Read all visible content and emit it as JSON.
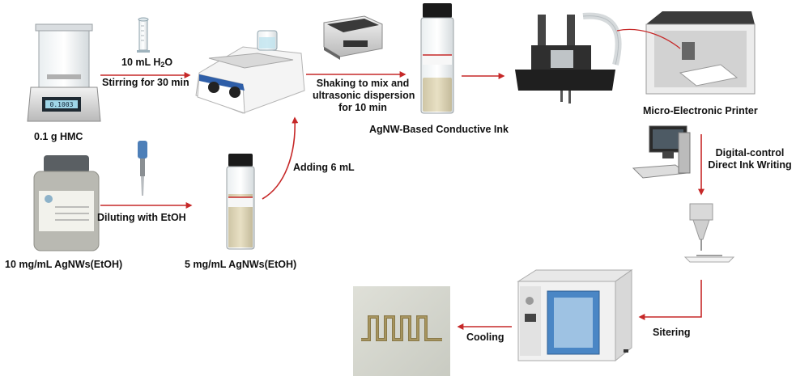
{
  "labels": {
    "hmc": "0.1 g HMC",
    "water_a": "10 mL H",
    "water_sub": "2",
    "water_b": "O",
    "stirring": "Stirring for 30 min",
    "agnw_10": "10 mg/mL AgNWs(EtOH)",
    "diluting": "Diluting with EtOH",
    "agnw_5": "5 mg/mL AgNWs(EtOH)",
    "adding": "Adding 6 mL",
    "shaking": [
      "Shaking to mix and",
      "ultrasonic dispersion",
      "for 10 min"
    ],
    "ink": "AgNW-Based Conductive Ink",
    "printer": "Micro-Electronic Printer",
    "digital": [
      "Digital-control",
      "Direct Ink Writing"
    ],
    "sitering": "Sitering",
    "cooling": "Cooling"
  },
  "colors": {
    "arrow": "#c62828",
    "text": "#111111"
  }
}
